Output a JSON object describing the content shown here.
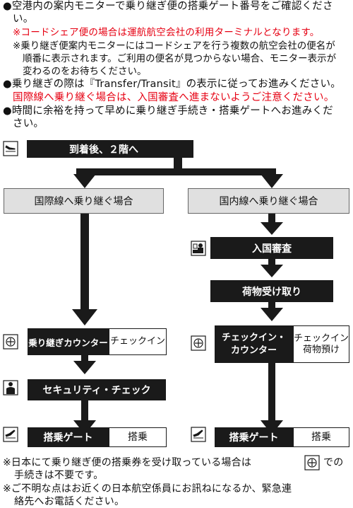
{
  "intro": {
    "line1_a": "●空港内の案内モニターで乗り継ぎ便の搭乗ゲート番号をご確認くださ",
    "line1_b": "い。",
    "line2_red": "※コードシェア便の場合は運航航空会社の利用ターミナルとなります。",
    "line3_a": "※乗り継ぎ便案内モニターにはコードシェアを行う複数の航空会社の便名が",
    "line3_b": "順番に表示されます。ご利用の便名が見つからない場合、モニター表示が",
    "line3_c": "変わるのをお待ちください。",
    "line4": "●乗り継ぎの際は『Transfer/Transit』の表示に従ってお進みください。",
    "line5_red": "国際線へ乗り継ぐ場合は、入国審査へ進まないようご注意ください。",
    "line6_a": "●時間に余裕を持って早めに乗り継ぎ手続き・搭乗ゲートへお進みくだ",
    "line6_b": "さい。"
  },
  "flow": {
    "arrival": "到着後、２階へ",
    "intl_header": "国際線へ乗り継ぐ場合",
    "dom_header": "国内線へ乗り継ぐ場合",
    "immigration": "入国審査",
    "baggage": "荷物受け取り",
    "transfer_counter": "乗り継ぎカウンター",
    "checkin": "チェックイン",
    "checkin_counter_a": "チェックイン・",
    "checkin_counter_b": "カウンター",
    "checkin_bag_a": "チェックイン",
    "checkin_bag_b": "荷物預け",
    "security": "セキュリティ・チェック",
    "gate_left": "搭乗ゲート",
    "board_left": "搭乗",
    "gate_right": "搭乗ゲート",
    "board_right": "搭乗"
  },
  "footer": {
    "f1_a": "※日本にて乗り継ぎ便の搭乗券を受け取っている場合は",
    "f1_b": "での",
    "f1_c": "手続きは不要です。",
    "f2_a": "※ご不明な点はお近くの日本航空係員にお訊ねになるか、緊急連",
    "f2_b": "絡先へお電話ください。"
  },
  "icons": [
    "plane-landing-icon",
    "passport-officer-icon",
    "checkin-counter-icon",
    "security-check-icon",
    "plane-departure-icon"
  ],
  "colors": {
    "black": "#1a1a1a",
    "gray": "#e0e0e0",
    "red": "#e60012"
  }
}
